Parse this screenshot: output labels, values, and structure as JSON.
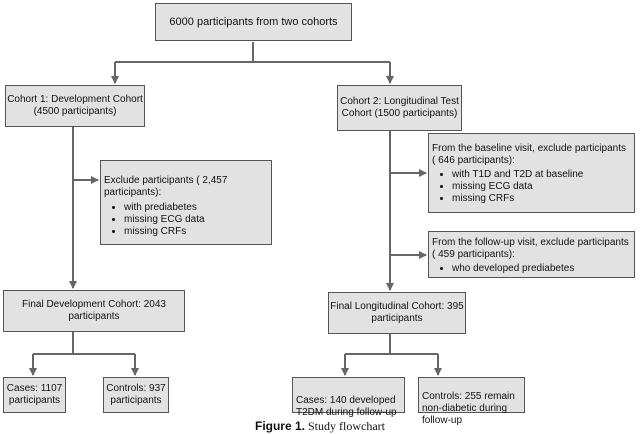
{
  "nodes": {
    "top": "6000 participants from two cohorts",
    "cohort1": "Cohort 1: Development Cohort\n(4500 participants)",
    "cohort2": "Cohort 2: Longitudinal Test\nCohort (1500 participants)",
    "exclude1": {
      "title": "Exclude participants ( 2,457 participants):",
      "items": [
        "with prediabetes",
        "missing ECG data",
        "missing CRFs"
      ]
    },
    "exclude2a": {
      "title": "From the baseline visit, exclude participants ( 646 participants):",
      "items": [
        "with T1D and T2D at baseline",
        "missing ECG data",
        "missing CRFs"
      ]
    },
    "exclude2b": {
      "title": "From the follow-up visit, exclude participants ( 459 participants):",
      "items": [
        "who developed prediabetes"
      ]
    },
    "final1": "Final Development Cohort: 2043\nparticipants",
    "final2": "Final Longitudinal Cohort: 395\nparticipants",
    "cases1": "Cases: 1107\nparticipants",
    "controls1": "Controls: 937\nparticipants",
    "cases2": "Cases: 140  developed\nT2DM during follow-up",
    "controls2": "Controls: 255 remain\nnon-diabetic during\nfollow-up"
  },
  "caption": {
    "label": "Figure 1.",
    "text": "Study flowchart"
  }
}
